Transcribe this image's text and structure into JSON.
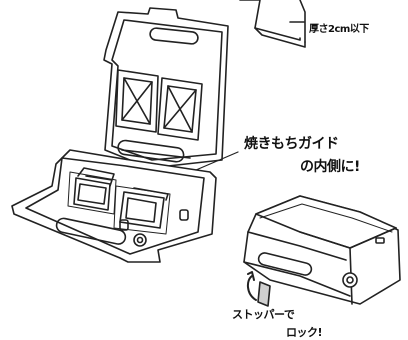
{
  "labels": {
    "thickness_note": "厚さ2cm以下",
    "guide_line1": "焼きもちガイド",
    "guide_line2": "の内側に!",
    "stopper_line1": "ストッパーで",
    "stopper_line2": "ロック!"
  },
  "colors": {
    "line": "#222222",
    "accent": "#cfcfcf",
    "background": "#ffffff"
  }
}
